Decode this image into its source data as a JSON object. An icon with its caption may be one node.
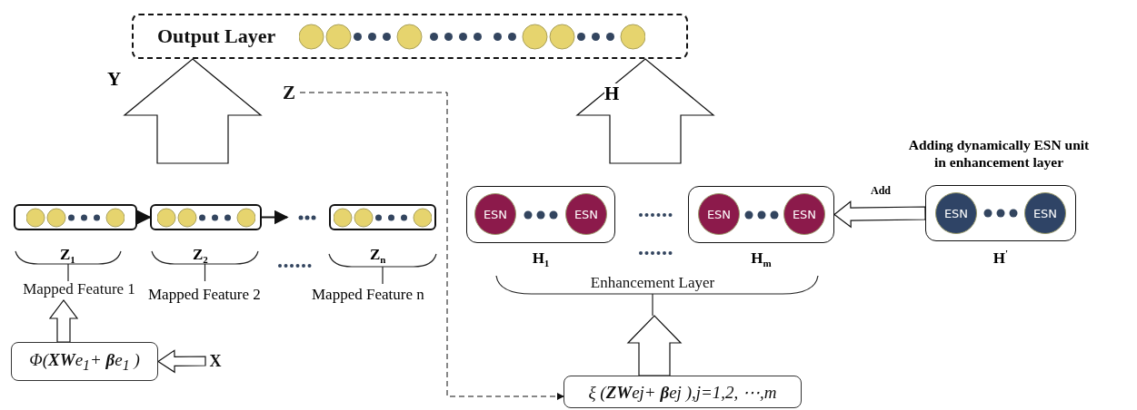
{
  "diagram": {
    "nodes": [
      {
        "text": [
          "Output Layer"
        ]
      },
      {
        "text": [
          "Z"
        ]
      },
      {
        "text": [],
        "shape": "box"
      },
      {
        "text": [],
        "shape": "box"
      },
      {
        "text": [],
        "shape": "box"
      },
      {
        "text": [],
        "shape": "box",
        "beside": [
          "H$_{1}$"
        ]
      },
      {
        "text": [
          "ESN"
        ],
        "in": 5
      },
      {
        "text": [
          "ESN"
        ],
        "in": 5
      },
      {
        "text": [],
        "shape": "box",
        "beside": [
          "H$_{m}$"
        ]
      },
      {
        "text": [
          "ESN"
        ],
        "in": 8
      },
      {
        "text": [
          "ESN"
        ],
        "in": 8
      },
      {
        "text": [],
        "shape": "box",
        "beside": [
          "H$^{'}$"
        ]
      },
      {
        "text": [
          "ESN"
        ],
        "in": 11
      },
      {
        "text": [
          "ESN"
        ],
        "in": 11
      },
      {
        "text": [
          "Mapped Feature 1"
        ]
      },
      {
        "text": [
          "Enhancement  Layer"
        ]
      },
      {
        "text": [
          "Φ(**XW**e$_{1}$+ **β**e$_{1}$ )"
        ]
      },
      {
        "text": [
          "X"
        ]
      },
      {
        "text": [
          "ξ  (**ZW**ej+ **β**ej ),j=1,2, ⋯,m"
        ]
      }
    ],
    "edges": [
      {
        "from": 2,
        "to": 3,
        "arrow": "to"
      },
      {
        "from": 3,
        "to": null,
        "arrow": "to"
      },
      {
        "from": 17,
        "to": 16,
        "arrow": "to",
        "style": "thick"
      },
      {
        "from": 16,
        "to": 14,
        "arrow": "to",
        "style": "thick"
      },
      {
        "from": 1,
        "to": 18,
        "arrow": "to",
        "style": "dashed"
      },
      {
        "from": 18,
        "to": 15,
        "arrow": "to",
        "style": "thick"
      },
      {
        "from": 11,
        "to": 8,
        "arrow": "to",
        "style": "thick",
        "label": "Add"
      },
      {
        "from": null,
        "to": 0,
        "arrow": "to",
        "style": "thick",
        "label": "Y"
      },
      {
        "from": null,
        "to": 0,
        "arrow": "to",
        "style": "thick",
        "label": "H"
      }
    ],
    "labels": [
      "Adding dynamically ESN unit in enhancement layer",
      "Z$_{1}$",
      "Z$_{2}$",
      "Z$_{n}$",
      "Mapped Feature 2",
      "Mapped Feature n"
    ]
  }
}
